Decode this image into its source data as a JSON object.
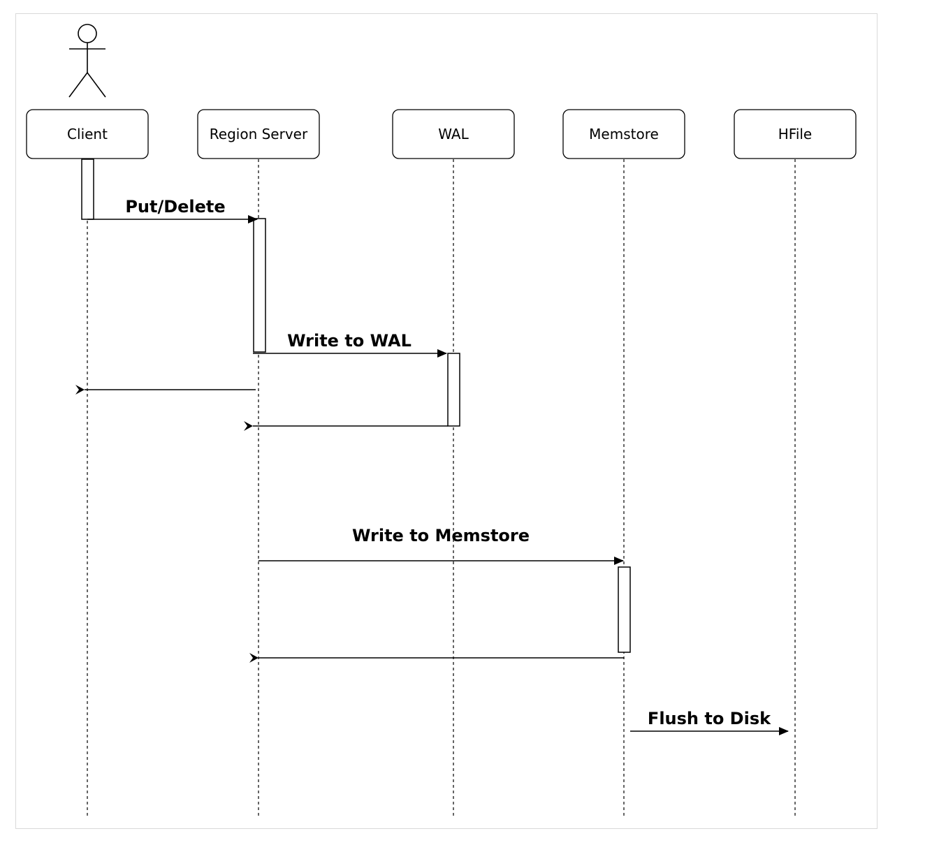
{
  "participants": [
    {
      "id": "client",
      "label": "Client"
    },
    {
      "id": "region_server",
      "label": "Region Server"
    },
    {
      "id": "wal",
      "label": "WAL"
    },
    {
      "id": "memstore",
      "label": "Memstore"
    },
    {
      "id": "hfile",
      "label": "HFile"
    }
  ],
  "messages": [
    {
      "id": "put_delete",
      "label": "Put/Delete",
      "from": "client",
      "to": "region_server",
      "kind": "call"
    },
    {
      "id": "write_wal",
      "label": "Write to WAL",
      "from": "region_server",
      "to": "wal",
      "kind": "call"
    },
    {
      "id": "reply_client",
      "label": "",
      "from": "region_server",
      "to": "client",
      "kind": "return"
    },
    {
      "id": "reply_wal",
      "label": "",
      "from": "wal",
      "to": "region_server",
      "kind": "return"
    },
    {
      "id": "write_memstore",
      "label": "Write to Memstore",
      "from": "region_server",
      "to": "memstore",
      "kind": "call"
    },
    {
      "id": "reply_memstore",
      "label": "",
      "from": "memstore",
      "to": "region_server",
      "kind": "return"
    },
    {
      "id": "flush_disk",
      "label": "Flush to Disk",
      "from": "memstore",
      "to": "hfile",
      "kind": "call"
    }
  ]
}
